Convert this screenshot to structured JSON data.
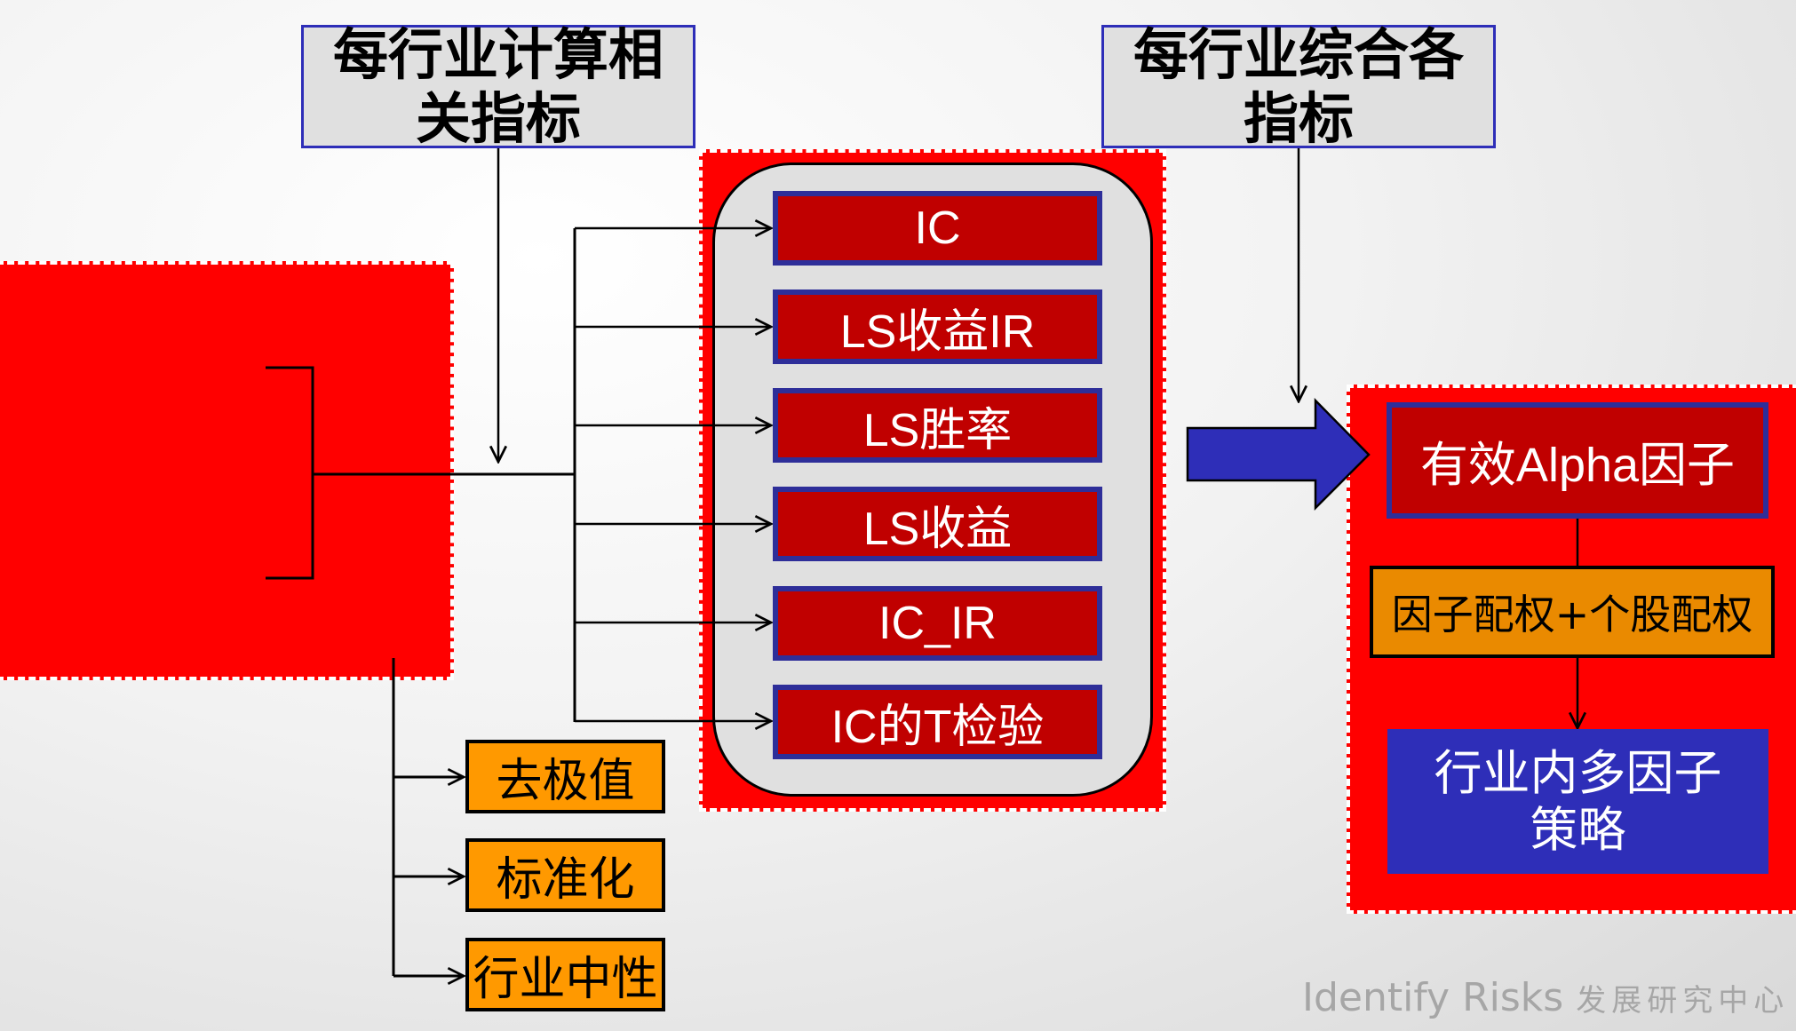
{
  "header_boxes": {
    "per_industry_calc": "每行业计算相关指标",
    "per_industry_combine": "每行业综合各指标"
  },
  "metrics": [
    {
      "label": "IC"
    },
    {
      "label": "LS收益IR"
    },
    {
      "label": "LS胜率"
    },
    {
      "label": "LS收益"
    },
    {
      "label": "IC_IR"
    },
    {
      "label": "IC的T检验"
    }
  ],
  "preprocessing": [
    {
      "label": "去极值"
    },
    {
      "label": "标准化"
    },
    {
      "label": "行业中性"
    }
  ],
  "result": {
    "alpha_factor": "有效Alpha因子",
    "weighting": "因子配权+个股配权",
    "strategy": "行业内多因子策略"
  },
  "watermark": {
    "en": "Identify Risks",
    "cn": "发展研究中心"
  },
  "colors": {
    "highlight_red": "#ff0000",
    "metric_red": "#c00000",
    "border_blue": "#2e2eb8",
    "orange": "#ff9900",
    "strategy_blue": "#2e2eb8"
  }
}
